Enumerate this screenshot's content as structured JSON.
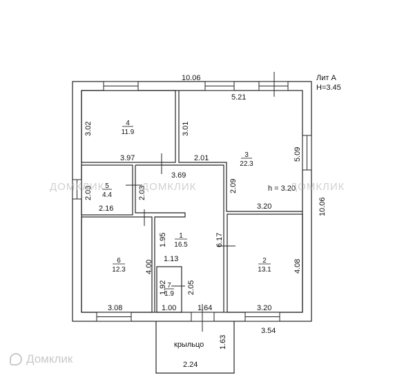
{
  "header": {
    "lit": "Лит А",
    "height": "H=3.45"
  },
  "dimensions": {
    "total_width": "10.06",
    "total_height": "10.06",
    "d_5_21": "5.21",
    "d_3_02": "3.02",
    "d_3_01": "3.01",
    "d_3_97": "3.97",
    "d_2_01": "2.01",
    "d_5_09": "5.09",
    "d_3_69": "3.69",
    "d_2_03_left": "2.03",
    "d_2_03_inner": "2.03",
    "d_2_09": "2.09",
    "d_h_3_20": "h = 3.20",
    "d_2_16": "2.16",
    "d_3_20_mid": "3.20",
    "d_1_95": "1.95",
    "d_6_17": "6.17",
    "d_4_00": "4.00",
    "d_1_13": "1.13",
    "d_4_08": "4.08",
    "d_1_92": "1.92",
    "d_2_05": "2.05",
    "d_3_08": "3.08",
    "d_1_00": "1.00",
    "d_1_64": "1.64",
    "d_3_20_bot": "3.20",
    "d_3_54": "3.54",
    "d_1_63": "1.63",
    "d_2_24": "2.24"
  },
  "rooms": [
    {
      "num": "4",
      "area": "11.9"
    },
    {
      "num": "3",
      "area": "22.3"
    },
    {
      "num": "5",
      "area": "4.4"
    },
    {
      "num": "1",
      "area": "16.5"
    },
    {
      "num": "6",
      "area": "12.3"
    },
    {
      "num": "2",
      "area": "13.1"
    },
    {
      "num": "7",
      "area": "1.9"
    }
  ],
  "porch_label": "крыльцо",
  "watermark": "ДОМКЛИК",
  "logo": "Домклик"
}
